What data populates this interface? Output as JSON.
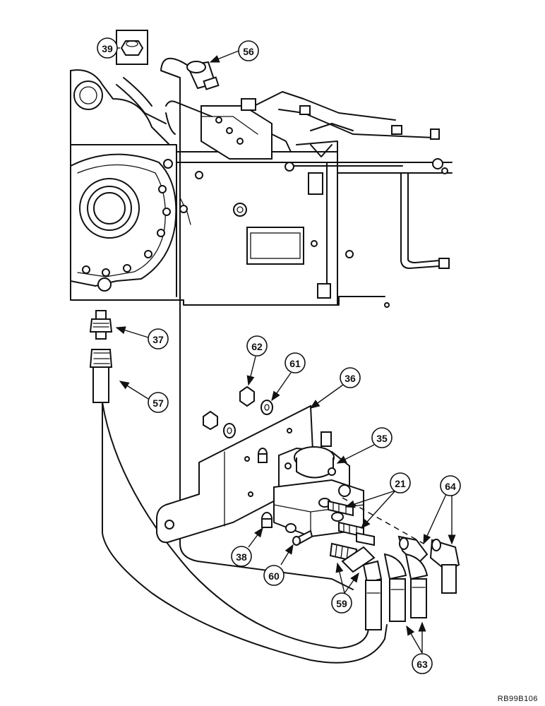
{
  "callouts": [
    {
      "id": "c39",
      "label": "39"
    },
    {
      "id": "c56",
      "label": "56"
    },
    {
      "id": "c37",
      "label": "37"
    },
    {
      "id": "c57",
      "label": "57"
    },
    {
      "id": "c62",
      "label": "62"
    },
    {
      "id": "c61",
      "label": "61"
    },
    {
      "id": "c36",
      "label": "36"
    },
    {
      "id": "c35",
      "label": "35"
    },
    {
      "id": "c21",
      "label": "21"
    },
    {
      "id": "c64",
      "label": "64"
    },
    {
      "id": "c38",
      "label": "38"
    },
    {
      "id": "c60",
      "label": "60"
    },
    {
      "id": "c59",
      "label": "59"
    },
    {
      "id": "c63",
      "label": "63"
    }
  ],
  "drawing_reference": "RB99B106"
}
